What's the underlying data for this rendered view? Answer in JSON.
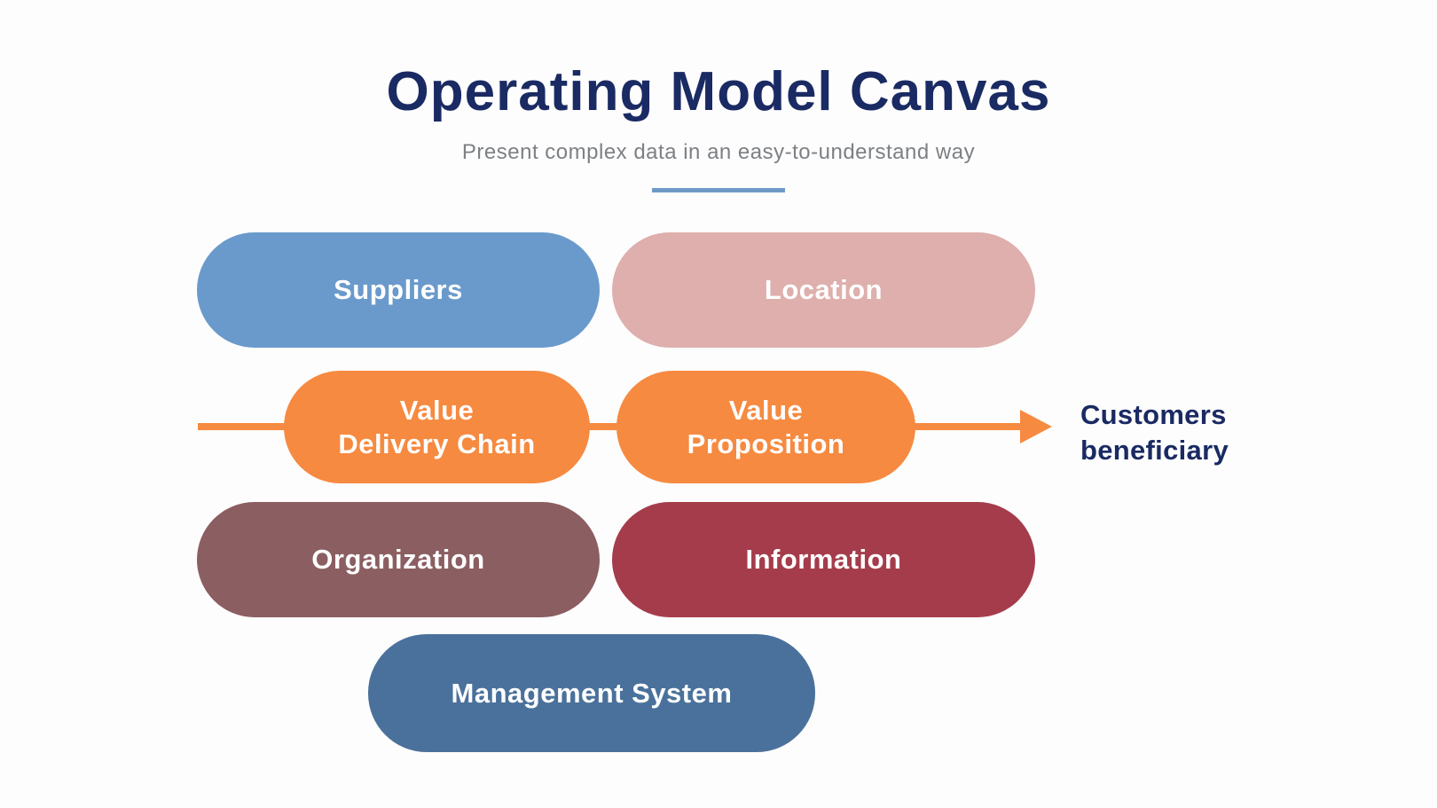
{
  "header": {
    "title": "Operating Model Canvas",
    "subtitle": "Present complex data in an easy-to-understand way"
  },
  "diagram": {
    "pills": [
      {
        "id": "suppliers",
        "label": "Suppliers",
        "lines": [
          "Suppliers"
        ],
        "color": "#6a9acb"
      },
      {
        "id": "location",
        "label": "Location",
        "lines": [
          "Location"
        ],
        "color": "#deafac"
      },
      {
        "id": "value-delivery-chain",
        "label": "Value Delivery Chain",
        "lines": [
          "Value",
          "Delivery Chain"
        ],
        "color": "#f68a40"
      },
      {
        "id": "value-proposition",
        "label": "Value Proposition",
        "lines": [
          "Value",
          "Proposition"
        ],
        "color": "#f68a40"
      },
      {
        "id": "organization",
        "label": "Organization",
        "lines": [
          "Organization"
        ],
        "color": "#8b5e61"
      },
      {
        "id": "information",
        "label": "Information",
        "lines": [
          "Information"
        ],
        "color": "#a53c4b"
      },
      {
        "id": "management-system",
        "label": "Management System",
        "lines": [
          "Management System"
        ],
        "color": "#4a719b"
      }
    ],
    "arrow": {
      "label": "Customers beneficiary",
      "label_lines": [
        "Customers",
        "beneficiary"
      ],
      "color": "#f68a40"
    }
  },
  "colors": {
    "background": "#fdfdfd",
    "title_text": "#1a2a63",
    "subtitle_text": "#7d8084",
    "title_underline": "#6f9ac8",
    "pill_text": "#ffffff",
    "arrow": "#f68a40",
    "arrow_label_text": "#1a2a63"
  }
}
